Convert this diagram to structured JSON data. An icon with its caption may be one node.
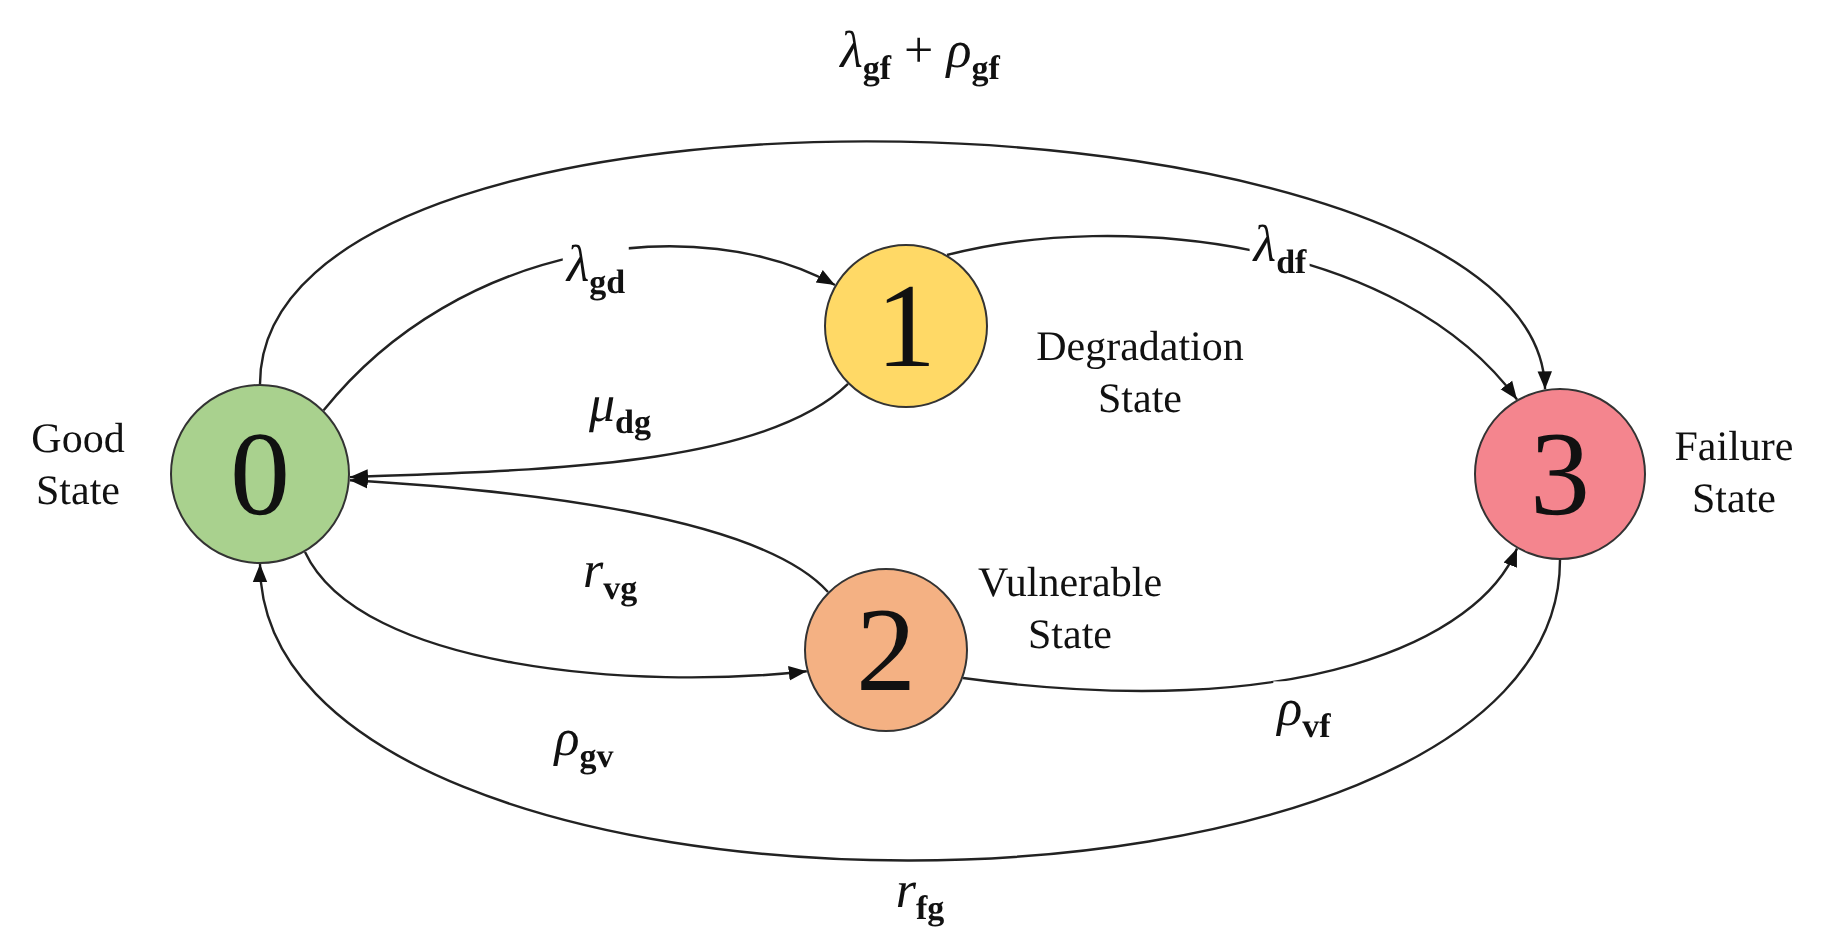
{
  "diagram": {
    "nodes": [
      {
        "text": [
          "0"
        ],
        "beside": [
          "Good State"
        ]
      },
      {
        "text": [
          "1"
        ],
        "beside": [
          "Degradation State"
        ]
      },
      {
        "text": [
          "2"
        ],
        "beside": [
          "Vulnerable State"
        ]
      },
      {
        "text": [
          "3"
        ],
        "beside": [
          "Failure State"
        ]
      }
    ],
    "edges": [
      {
        "from": 0,
        "to": 3,
        "arrow": "to",
        "label": "*λ*$_{gf}$ + *ρ*$_{gf}$"
      },
      {
        "from": 0,
        "to": 1,
        "arrow": "to",
        "label": "*λ*$_{gd}$"
      },
      {
        "from": 1,
        "to": 3,
        "arrow": "to",
        "label": "*λ*$_{df}$"
      },
      {
        "from": 1,
        "to": 0,
        "arrow": "to",
        "label": "*μ*$_{dg}$"
      },
      {
        "from": 2,
        "to": 0,
        "arrow": "to",
        "label": "*r*$_{vg}$"
      },
      {
        "from": 0,
        "to": 2,
        "arrow": "to",
        "label": "*ρ*$_{gv}$"
      },
      {
        "from": 2,
        "to": 3,
        "arrow": "to",
        "label": "*ρ*$_{vf}$"
      },
      {
        "from": 3,
        "to": 0,
        "arrow": "to",
        "label": "*r*$_{fg}$"
      }
    ]
  }
}
